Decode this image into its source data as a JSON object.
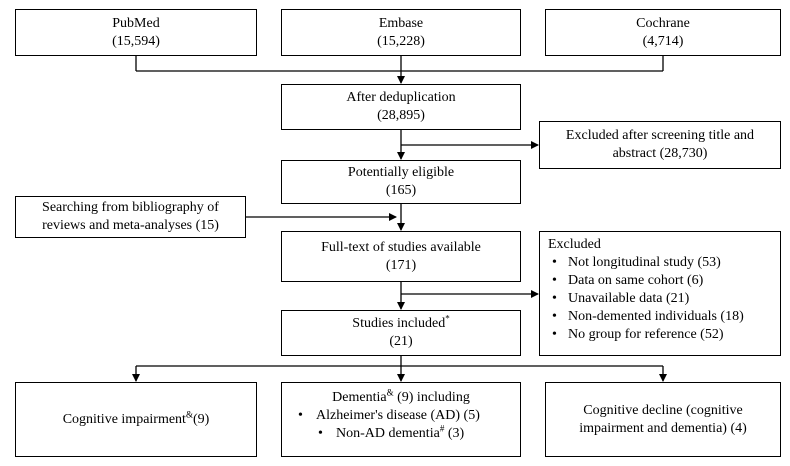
{
  "sources": {
    "pubmed": {
      "name": "PubMed",
      "count": "(15,594)"
    },
    "embase": {
      "name": "Embase",
      "count": "(15,228)"
    },
    "cochrane": {
      "name": "Cochrane",
      "count": "(4,714)"
    }
  },
  "dedup": {
    "title": "After deduplication",
    "count": "(28,895)"
  },
  "excluded_screening": {
    "line1": "Excluded after screening title and",
    "line2": "abstract (28,730)"
  },
  "eligible": {
    "title": "Potentially eligible",
    "count": "(165)"
  },
  "bibliography": {
    "line1": "Searching from bibliography of",
    "line2": "reviews and meta-analyses (15)"
  },
  "fulltext": {
    "title": "Full-text of studies available",
    "count": "(171)"
  },
  "excluded": {
    "title": "Excluded",
    "items": [
      "Not longitudinal study (53)",
      "Data on same cohort (6)",
      "Unavailable data (21)",
      "Non-demented individuals (18)",
      "No group for reference (52)"
    ]
  },
  "included": {
    "title": "Studies included",
    "mark": "*",
    "count": "(21)"
  },
  "outcomes": {
    "cognitive_impairment": {
      "label": "Cognitive impairment",
      "sup": "&",
      "count": "(9)"
    },
    "dementia": {
      "label": "Dementia",
      "sup": "&",
      "suffix": " (9) including",
      "ad": "Alzheimer's disease (AD) (5)",
      "non_ad": "Non-AD dementia",
      "non_ad_sup": "#",
      "non_ad_count": " (3)"
    },
    "decline": {
      "line1": "Cognitive decline (cognitive",
      "line2": "impairment and dementia) (4)"
    }
  }
}
